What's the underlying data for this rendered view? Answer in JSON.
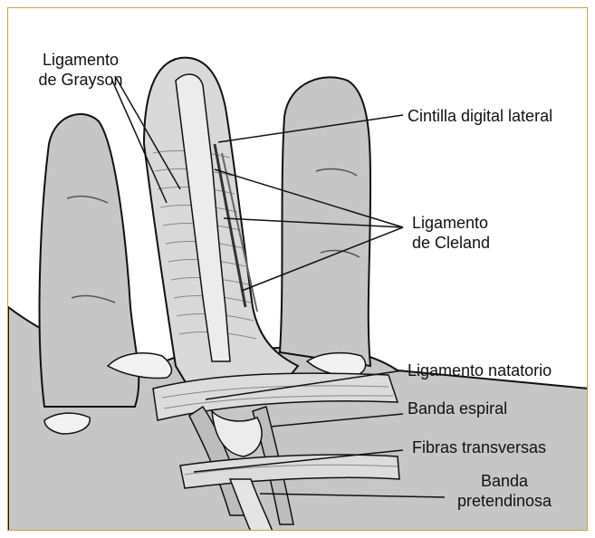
{
  "labels": {
    "grayson_line1": "Ligamento",
    "grayson_line2": "de Grayson",
    "cintilla": "Cintilla digital lateral",
    "cleland_line1": "Ligamento",
    "cleland_line2": "de Cleland",
    "natatorio": "Ligamento natatorio",
    "espiral": "Banda espiral",
    "fibras": "Fibras transversas",
    "pretendinosa_line1": "Banda",
    "pretendinosa_line2": "pretendinosa"
  },
  "colors": {
    "frame_border": "#c9a34a",
    "skin": "#c6c6c6",
    "fascia": "#dcdcdc",
    "outline": "#111111",
    "fat": "#f2f2f2"
  }
}
